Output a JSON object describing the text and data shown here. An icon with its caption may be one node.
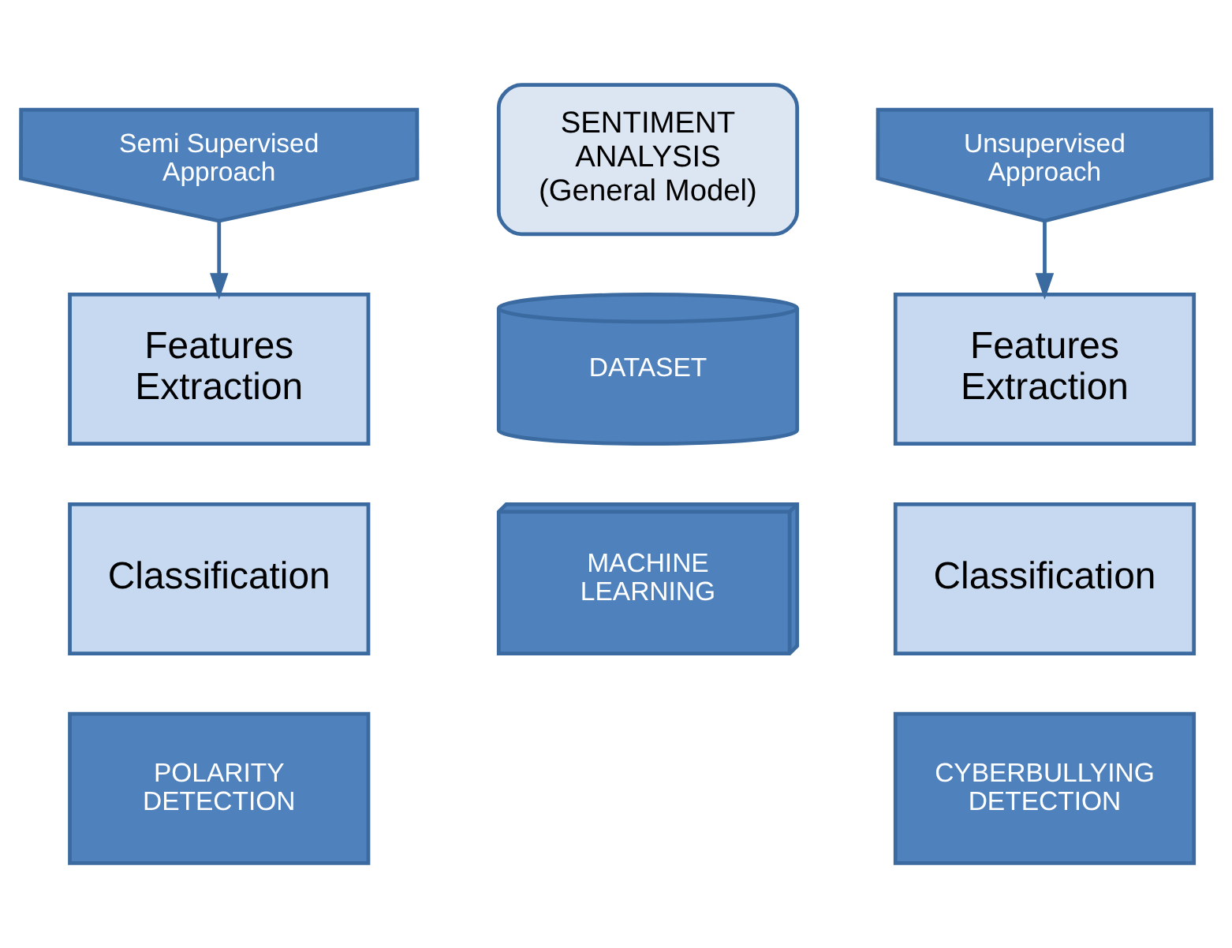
{
  "diagram": {
    "nodes": [
      {
        "text": [
          "Semi Supervised Approach"
        ]
      },
      {
        "text": [
          "SENTIMENT ANALYSIS (General Model)"
        ]
      },
      {
        "text": [
          "Unsupervised Approach"
        ]
      },
      {
        "text": [
          "Features Extraction"
        ]
      },
      {
        "text": [
          "DATASET"
        ]
      },
      {
        "text": [
          "Features Extraction"
        ]
      },
      {
        "text": [
          "Classification"
        ]
      },
      {
        "text": [
          "MACHINE LEARNING"
        ]
      },
      {
        "text": [
          "Classification"
        ]
      },
      {
        "text": [
          "POLARITY DETECTION"
        ]
      },
      {
        "text": [
          "CYBERBULLYING DETECTION"
        ]
      }
    ],
    "edges": [
      {
        "from": 0,
        "to": 3,
        "arrow": "to"
      },
      {
        "from": 2,
        "to": 5,
        "arrow": "to"
      }
    ]
  }
}
